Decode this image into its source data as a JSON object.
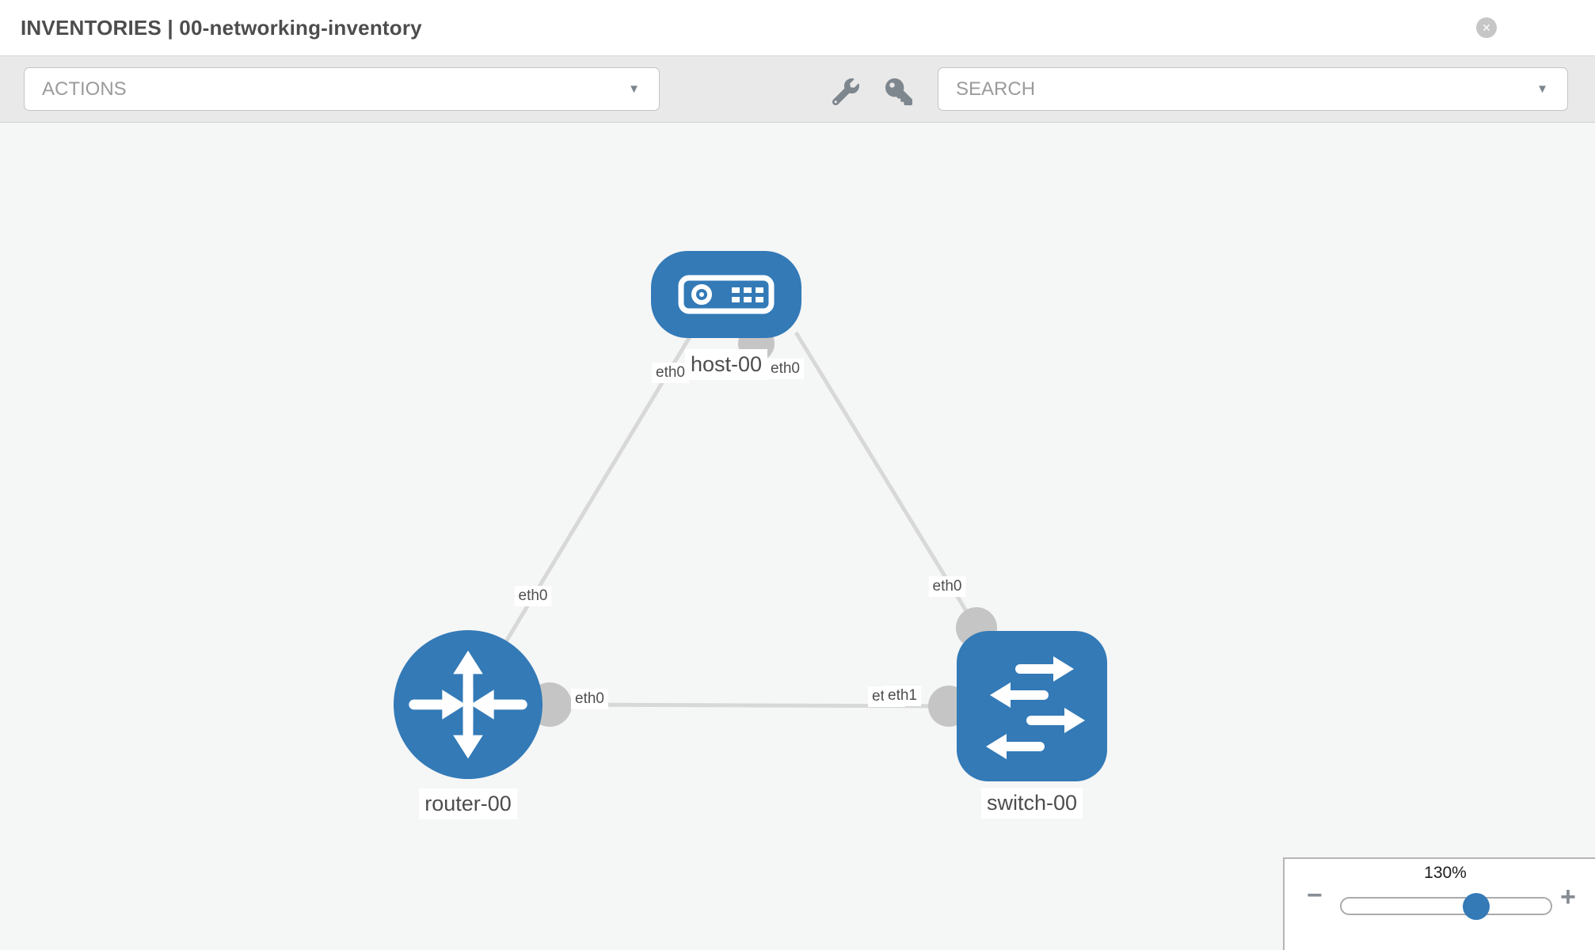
{
  "header": {
    "title": "INVENTORIES | 00-networking-inventory"
  },
  "toolbar": {
    "actions_label": "ACTIONS",
    "search_label": "SEARCH",
    "icons": [
      "wrench-icon",
      "key-icon"
    ]
  },
  "topology": {
    "nodes": [
      {
        "id": "host-00",
        "label": "host-00",
        "type": "host"
      },
      {
        "id": "router-00",
        "label": "router-00",
        "type": "router"
      },
      {
        "id": "switch-00",
        "label": "switch-00",
        "type": "switch"
      }
    ],
    "links": [
      {
        "from": "host-00",
        "to": "router-00",
        "from_if": "eth0",
        "to_if": "eth0"
      },
      {
        "from": "host-00",
        "to": "switch-00",
        "from_if": "eth0",
        "to_if": "eth0"
      },
      {
        "from": "router-00",
        "to": "switch-00",
        "from_if": "eth0",
        "to_if": "eth1"
      }
    ],
    "if_labels": {
      "host_router_host": "eth0",
      "host_router_router": "eth0",
      "host_switch_host": "eth0",
      "host_switch_switch": "eth0",
      "router_switch_router": "eth0",
      "router_switch_switch_back": "eth0",
      "router_switch_switch_front": "eth1"
    }
  },
  "zoom_widget": {
    "percent": "130%"
  },
  "glyphs": {
    "close": "✕",
    "caret_down": "▼",
    "minus": "−",
    "plus": "+"
  },
  "colors": {
    "node_blue": "#337ab7",
    "link_gray": "#d8d8d8",
    "connector_gray": "#c5c5c5",
    "toolbar_bg": "#e9e9e9",
    "canvas_bg": "#f5f6f6"
  }
}
